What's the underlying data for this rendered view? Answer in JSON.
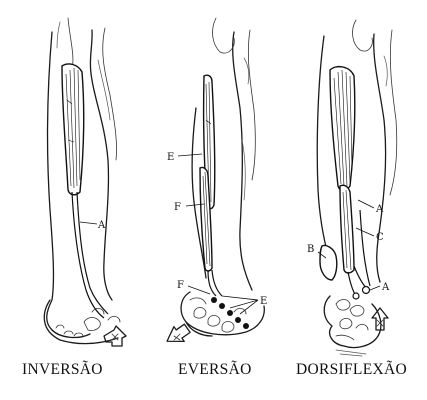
{
  "panels": [
    {
      "id": "inversion",
      "caption": "INVERSÃO",
      "labels": [
        "A"
      ]
    },
    {
      "id": "eversion",
      "caption": "EVERSÃO",
      "labels": [
        "E",
        "F",
        "F",
        "E"
      ]
    },
    {
      "id": "dorsiflexion",
      "caption": "DORSIFLEXÃO",
      "labels": [
        "A",
        "C",
        "B",
        "A"
      ]
    }
  ],
  "colors": {
    "ink": "#1a1a1a",
    "paper": "#ffffff"
  },
  "icons": [
    "hollow-arrow-icon",
    "hollow-arrow-icon",
    "hollow-arrow-icon"
  ]
}
